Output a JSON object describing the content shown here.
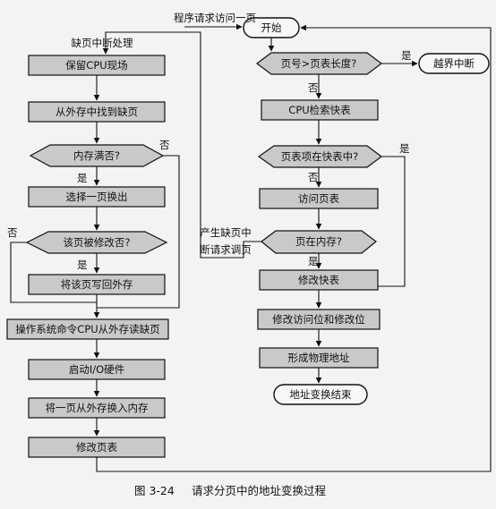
{
  "nodes": {
    "start": "开始",
    "check_length": "页号>页表长度?",
    "out_of_bounds": "越界中断",
    "cpu_search_tlb": "CPU检索快表",
    "entry_in_tlb": "页表项在快表中?",
    "access_page_table": "访问页表",
    "page_in_memory": "页在内存?",
    "modify_tlb": "修改快表",
    "modify_bits": "修改访问位和修改位",
    "form_address": "形成物理地址",
    "end": "地址变换结束",
    "save_cpu": "保留CPU现场",
    "find_page": "从外存中找到缺页",
    "memory_full": "内存满否?",
    "select_page": "选择一页换出",
    "page_modified": "该页被修改否?",
    "write_back": "将该页写回外存",
    "os_command": "操作系统命令CPU从外存读缺页",
    "start_io": "启动I/O硬件",
    "load_page": "将一页从外存换入内存",
    "modify_page_table": "修改页表"
  },
  "labels": {
    "program_request": "程序请求访问一页",
    "fault_handling": "缺页中断处理",
    "fault_gen_1": "产生缺页中",
    "fault_gen_2": "断请求调页",
    "yes": "是",
    "no": "否"
  },
  "caption": {
    "number": "图 3-24",
    "title": "请求分页中的地址变换过程"
  }
}
